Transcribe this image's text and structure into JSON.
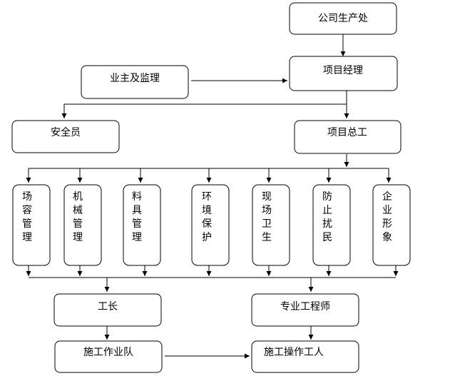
{
  "nodes": {
    "company": "公司生产处",
    "pm": "项目经理",
    "owner": "业主及监理",
    "safety": "安全员",
    "chief": "项目总工",
    "site": "场容管理",
    "machine": "机械管理",
    "material": "料具管理",
    "env": "环境保护",
    "hygiene": "现场卫生",
    "disturb": "防止扰民",
    "image": "企业形象",
    "foreman": "工长",
    "engineer": "专业工程师",
    "team": "施工作业队",
    "workers": "施工操作工人"
  },
  "edges": [
    [
      "company",
      "pm"
    ],
    [
      "owner",
      "pm"
    ],
    [
      "pm",
      "safety"
    ],
    [
      "pm",
      "chief"
    ],
    [
      "chief",
      "site"
    ],
    [
      "chief",
      "machine"
    ],
    [
      "chief",
      "material"
    ],
    [
      "chief",
      "env"
    ],
    [
      "chief",
      "hygiene"
    ],
    [
      "chief",
      "disturb"
    ],
    [
      "chief",
      "image"
    ],
    [
      "site",
      "foreman"
    ],
    [
      "site",
      "engineer"
    ],
    [
      "foreman",
      "team"
    ],
    [
      "engineer",
      "workers"
    ],
    [
      "team",
      "workers"
    ]
  ]
}
